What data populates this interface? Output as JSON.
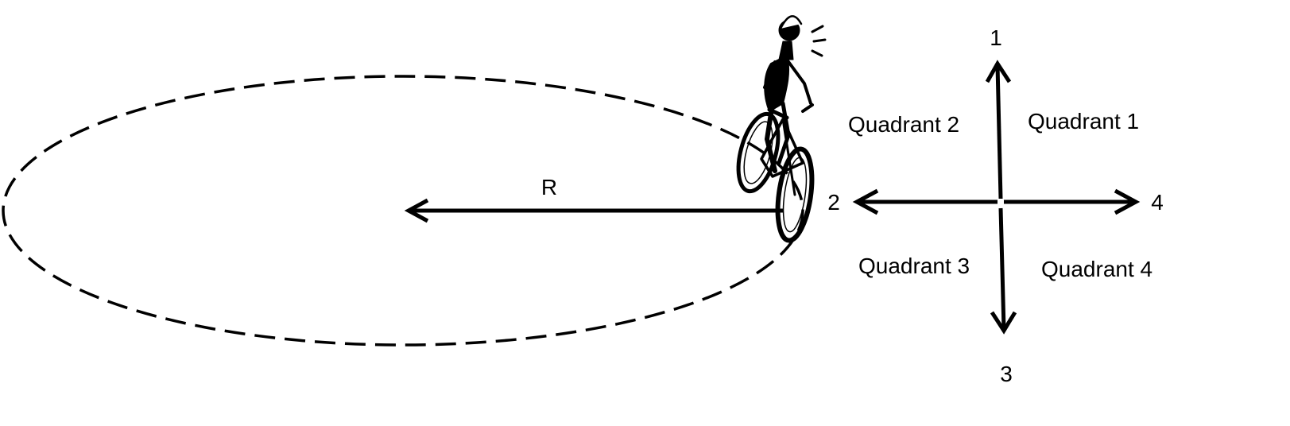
{
  "diagram": {
    "radius_label": "R",
    "direction_labels": {
      "up": "1",
      "left": "2",
      "down": "3",
      "right": "4"
    },
    "quadrant_labels": {
      "q1": "Quadrant 1",
      "q2": "Quadrant 2",
      "q3": "Quadrant 3",
      "q4": "Quadrant 4"
    },
    "figure": "cyclist-on-bicycle",
    "path_style": "dashed-ellipse",
    "colors": {
      "ink": "#000000",
      "background": "#ffffff"
    }
  }
}
